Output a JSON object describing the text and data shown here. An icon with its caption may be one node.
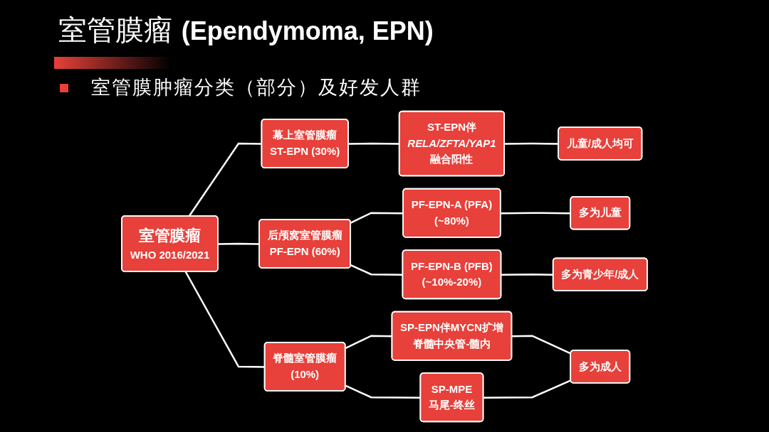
{
  "diagram": {
    "title": "室管膜瘤 **(Ependymoma, EPN)**",
    "nodes": [
      {
        "text": [
          "室管膜瘤",
          "WHO 2016/2021"
        ]
      },
      {
        "text": [
          "幕上室管膜瘤",
          "ST-EPN (30%)"
        ]
      },
      {
        "text": [
          "后颅窝室管膜瘤",
          "PF-EPN (60%)"
        ]
      },
      {
        "text": [
          "脊髓室管膜瘤",
          "(10%)"
        ]
      },
      {
        "text": [
          "ST-EPN伴",
          "RELA/ZFTA/YAP1",
          "融合阳性"
        ]
      },
      {
        "text": [
          "PF-EPN-A (PFA)",
          "(~80%)"
        ]
      },
      {
        "text": [
          "PF-EPN-B (PFB)",
          "(~10%-20%)"
        ]
      },
      {
        "text": [
          "SP-EPN伴MYCN扩增",
          "脊髓中央管-髓内"
        ]
      },
      {
        "text": [
          "SP-MPE",
          "马尾-终丝"
        ]
      },
      {
        "text": [
          "儿童/成人均可"
        ]
      },
      {
        "text": [
          "多为儿童"
        ]
      },
      {
        "text": [
          "多为青少年/成人"
        ]
      },
      {
        "text": [
          "多为成人"
        ]
      }
    ],
    "edges": [
      {
        "from": 0,
        "to": 1,
        "arrow": "none"
      },
      {
        "from": 0,
        "to": 2,
        "arrow": "none"
      },
      {
        "from": 0,
        "to": 3,
        "arrow": "none"
      },
      {
        "from": 1,
        "to": 4,
        "arrow": "none"
      },
      {
        "from": 2,
        "to": 5,
        "arrow": "none"
      },
      {
        "from": 2,
        "to": 6,
        "arrow": "none"
      },
      {
        "from": 3,
        "to": 7,
        "arrow": "none"
      },
      {
        "from": 3,
        "to": 8,
        "arrow": "none"
      },
      {
        "from": 4,
        "to": 9,
        "arrow": "none"
      },
      {
        "from": 5,
        "to": 10,
        "arrow": "none"
      },
      {
        "from": 6,
        "to": 11,
        "arrow": "none"
      },
      {
        "from": 7,
        "to": 12,
        "arrow": "none"
      },
      {
        "from": 8,
        "to": 12,
        "arrow": "none"
      }
    ],
    "labels": [
      "室管膜肿瘤分类（部分）及好发人群"
    ]
  }
}
